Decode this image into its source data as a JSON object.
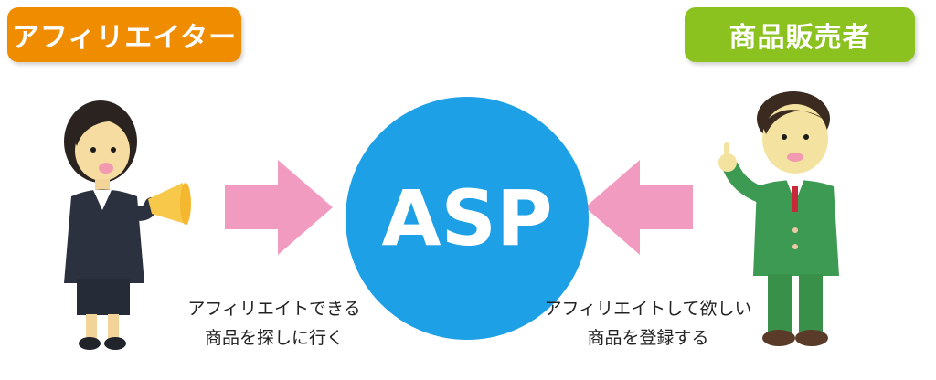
{
  "labels": {
    "affiliate": "アフィリエイター",
    "merchant": "商品販売者"
  },
  "center": {
    "text": "ASP"
  },
  "captions": {
    "left_line1": "アフィリエイトできる",
    "left_line2": "商品を探しに行く",
    "right_line1": "アフィリエイトして欲しい",
    "right_line2": "商品を登録する"
  },
  "colors": {
    "affiliate_label": "#f08c00",
    "merchant_label": "#8cc21f",
    "center_circle": "#1ea0e6",
    "arrows": "#f29bc0"
  },
  "icons": {
    "left_figure": "businesswoman-with-megaphone-figure",
    "right_figure": "businessman-pointing-figure"
  }
}
